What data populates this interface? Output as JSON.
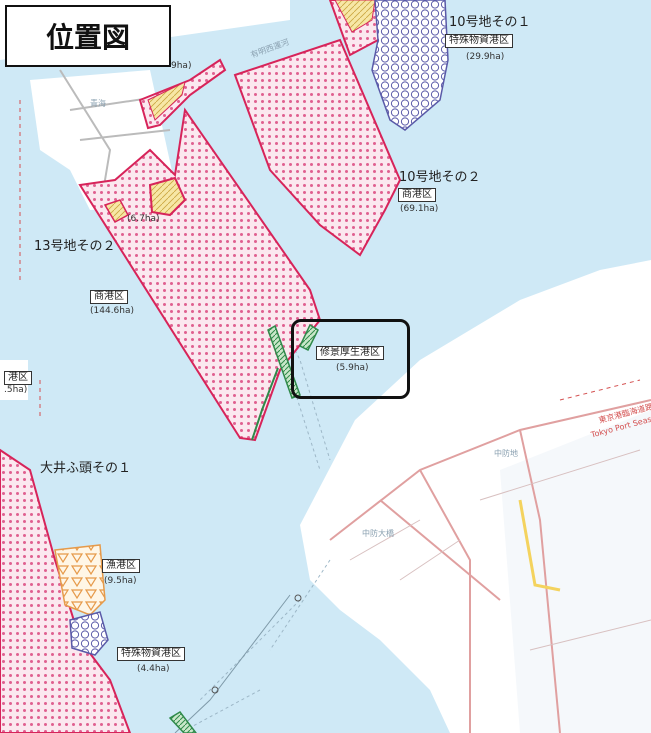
{
  "title": "位置図",
  "areas": [
    {
      "id": "no10-1",
      "name": "10号地その１",
      "zone": "特殊物資港区",
      "ha": "(29.9ha)"
    },
    {
      "id": "no10-2",
      "name": "10号地その２",
      "zone": "商港区",
      "ha": "(69.1ha)"
    },
    {
      "id": "no13-2",
      "name": "13号地その２",
      "zone": "商港区",
      "ha": "(144.6ha)"
    },
    {
      "id": "shuukei",
      "zone": "修景厚生港区",
      "ha": "(5.9ha)"
    },
    {
      "id": "ooi",
      "name": "大井ふ頭その１"
    },
    {
      "id": "gyokou",
      "zone": "漁港区",
      "ha": "(9.5ha)"
    },
    {
      "id": "tokushu2",
      "zone": "特殊物資港区",
      "ha": "(4.4ha)"
    },
    {
      "id": "small",
      "ha": "(6.7ha)"
    },
    {
      "id": "top-partial",
      "ha": "9ha)"
    },
    {
      "id": "left-partial",
      "zone": "港区",
      "ha": ".5ha)"
    }
  ],
  "faint_labels": [
    "青海",
    "有明西運河",
    "中防大橋",
    "中防地",
    "東京港臨海道路",
    "Tokyo Port Seaside"
  ],
  "colors": {
    "water": "#cfe9f6",
    "land": "#ffffff",
    "zone_border": "#d7245a",
    "zone_dots": "#e06090",
    "special_hatch": "#5a5aa8",
    "fishing": "#e69a4a",
    "green": "#2f8a4a",
    "yellow": "#f4d35e",
    "road": "#e0a0a0"
  }
}
